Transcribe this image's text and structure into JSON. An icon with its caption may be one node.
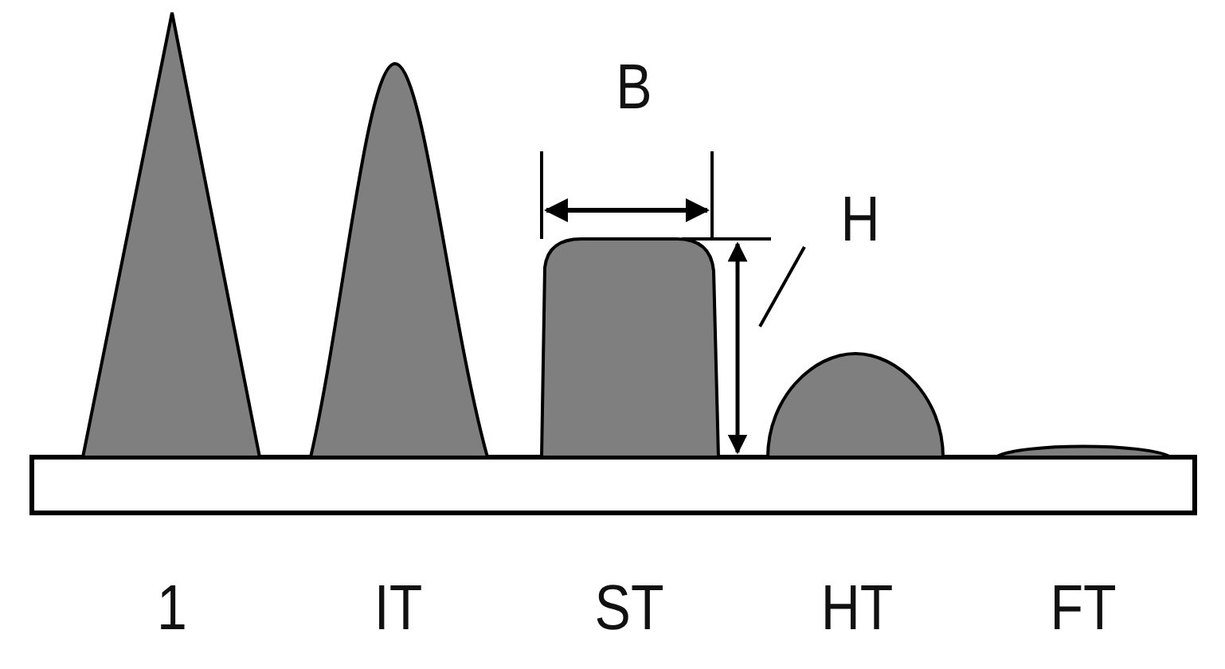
{
  "diagram": {
    "labels": [
      "B",
      "H",
      "1",
      "IT",
      "ST",
      "HT",
      "FT"
    ]
  }
}
